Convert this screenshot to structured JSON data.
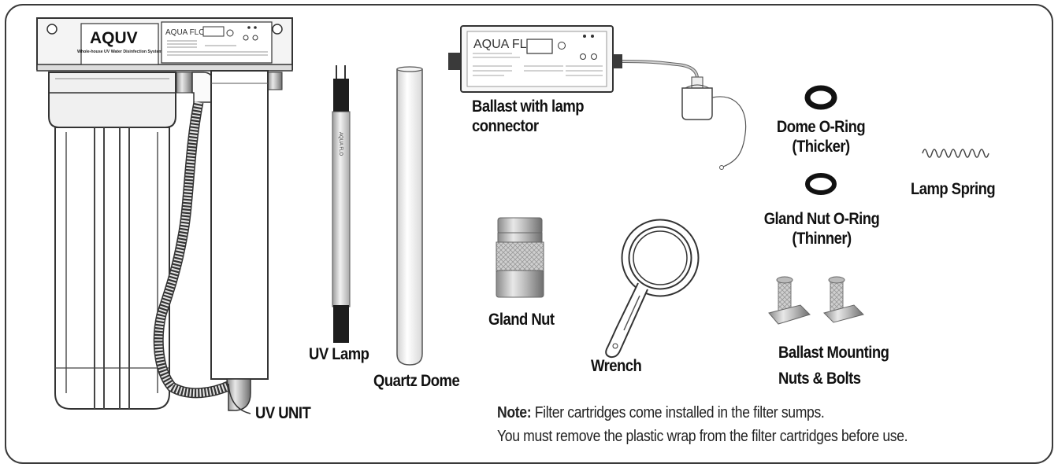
{
  "brand": {
    "logo": "AQUV",
    "logo_sub": "Whole-house UV Water Disinfection System",
    "ballast_logo": "AQUA FLO"
  },
  "labels": {
    "ballast": [
      "Ballast with lamp",
      "connector"
    ],
    "dome_oring": [
      "Dome O-Ring",
      "(Thicker)"
    ],
    "lamp_spring": "Lamp Spring",
    "gland_oring": [
      "Gland Nut O-Ring",
      "(Thinner)"
    ],
    "gland_nut": "Gland Nut",
    "uv_lamp": "UV Lamp",
    "quartz_dome": "Quartz Dome",
    "wrench": "Wrench",
    "mounting": [
      "Ballast Mounting",
      "Nuts & Bolts"
    ],
    "uv_unit": "UV UNIT"
  },
  "note": {
    "prefix": "Note:",
    "line1": " Filter cartridges come installed in the filter sumps.",
    "line2": "You must remove the plastic wrap from the filter cartridges before use."
  },
  "lamp_text": "AQUA FLO"
}
